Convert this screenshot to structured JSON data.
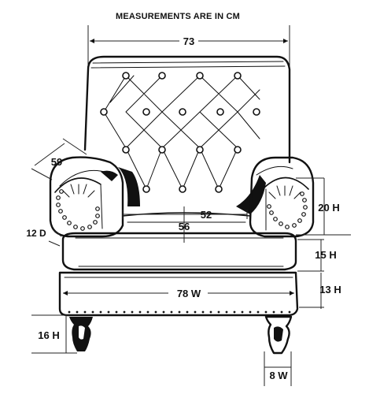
{
  "title": "MEASUREMENTS ARE IN CM",
  "dimensions": {
    "overall_width": "73",
    "arm_depth": "59",
    "seat_width": "52",
    "seat_depth": "56",
    "arm_diameter": "12 D",
    "back_height": "20 H",
    "cushion_height": "15 H",
    "base_height": "13 H",
    "base_width": "78 W",
    "leg_height": "16 H",
    "leg_width": "8 W"
  }
}
